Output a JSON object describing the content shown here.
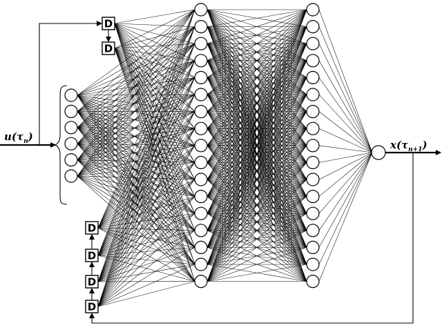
{
  "diagram": {
    "input_label": {
      "main": "u(τ",
      "sub": "n",
      "close": ")"
    },
    "output_label": {
      "main": "x(τ",
      "sub": "n+1",
      "close": ")"
    },
    "delay_label": "D",
    "input_tap_count": 6,
    "input_delay_count": 2,
    "feedback_delay_count": 4,
    "hidden_layer_1_count": 17,
    "hidden_layer_2_count": 17,
    "output_count": 1
  }
}
